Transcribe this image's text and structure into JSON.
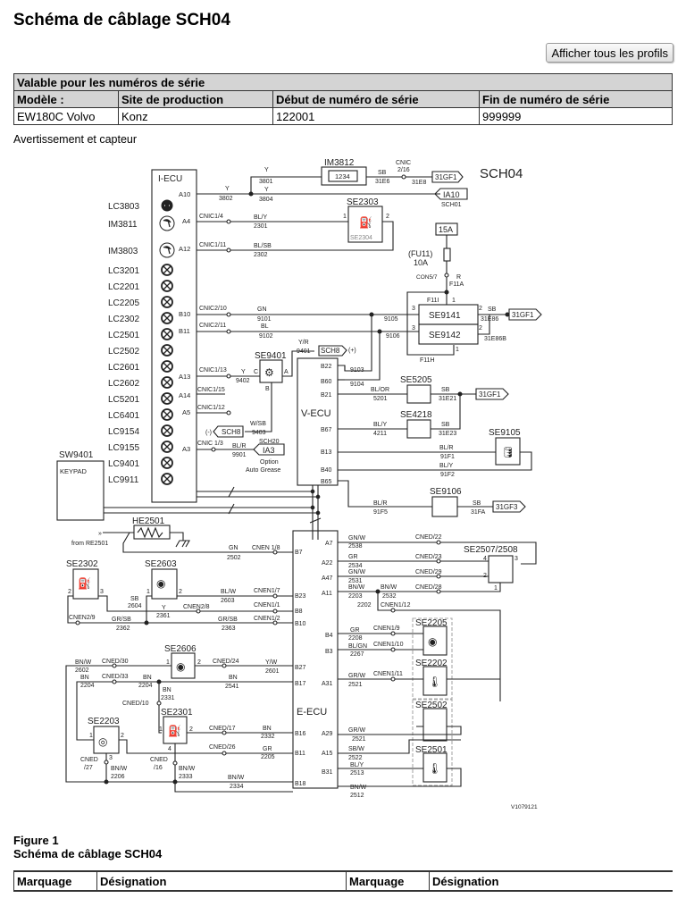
{
  "page": {
    "title": "Schéma de câblage SCH04",
    "show_profiles_button": "Afficher tous les profils",
    "subtitle": "Avertissement et capteur"
  },
  "serial_table": {
    "caption": "Valable pour les numéros de série",
    "headers": [
      "Modèle :",
      "Site de production",
      "Début de numéro de série",
      "Fin de numéro de série"
    ],
    "rows": [
      [
        "EW180C Volvo",
        "Konz",
        "122001",
        "999999"
      ]
    ]
  },
  "diagram": {
    "title": "SCH04",
    "image_id": "V1079121",
    "iecu": {
      "label": "I-ECU",
      "components": [
        {
          "id": "LC3803",
          "icon": "warning-lamp-filled"
        },
        {
          "id": "IM3811",
          "icon": "gauge"
        },
        {
          "id": "IM3803",
          "icon": "gauge"
        },
        {
          "id": "LC3201",
          "icon": "lamp"
        },
        {
          "id": "LC2201",
          "icon": "lamp"
        },
        {
          "id": "LC2205",
          "icon": "lamp"
        },
        {
          "id": "LC2302",
          "icon": "lamp"
        },
        {
          "id": "LC2501",
          "icon": "lamp"
        },
        {
          "id": "LC2502",
          "icon": "lamp"
        },
        {
          "id": "LC2601",
          "icon": "lamp"
        },
        {
          "id": "LC2602",
          "icon": "lamp"
        },
        {
          "id": "LC5201",
          "icon": "lamp"
        },
        {
          "id": "LC6401",
          "icon": "lamp"
        },
        {
          "id": "LC9154",
          "icon": "lamp"
        },
        {
          "id": "LC9155",
          "icon": "lamp"
        },
        {
          "id": "LC9401",
          "icon": "lamp"
        },
        {
          "id": "LC9911",
          "icon": "lamp"
        }
      ],
      "pins": [
        "A10",
        "A4",
        "A12",
        "B10",
        "B11",
        "A13",
        "A14",
        "A5",
        "A3"
      ]
    },
    "labels": {
      "sw9401": "SW9401",
      "keypad": "KEYPAD",
      "im3812": "IM3812",
      "im3812_display": "1234",
      "se2303": "SE2303",
      "se2304": "SE2304",
      "ia10": "IA10",
      "sch01": "SCH01",
      "fuse_rating_box": "15A",
      "fuse_name": "(FU11)",
      "fuse_value": "10A",
      "con57": "CON5/7",
      "r": "R",
      "f11a": "F11A",
      "f11i": "F11I",
      "f11h": "F11H",
      "se9141": "SE9141",
      "se9142": "SE9142",
      "gf1": "31GF1",
      "gf3": "31GF3",
      "se9401": "SE9401",
      "sch8": "SCH8",
      "plus": "(+)",
      "minus": "(-)",
      "ia3": "IA3",
      "sch20": "SCH20",
      "option": "Option",
      "auto_grease": "Auto Grease",
      "vecu": "V-ECU",
      "eecu": "E-ECU",
      "se5205": "SE5205",
      "se4218": "SE4218",
      "se9105": "SE9105",
      "se9106": "SE9106",
      "he2501": "HE2501",
      "from_re2501": "from RE2501",
      "se2302": "SE2302",
      "se2603": "SE2603",
      "se2507": "SE2507/2508",
      "se2205": "SE2205",
      "se2202": "SE2202",
      "se2502": "SE2502",
      "se2501": "SE2501",
      "se2606": "SE2606",
      "se2203": "SE2203",
      "se2301": "SE2301"
    },
    "wires": {
      "y": "Y",
      "w3801": "3801",
      "w3802": "3802",
      "w3804": "3804",
      "sb": "SB",
      "w31e6": "31E6",
      "cnic216a": "CNIC",
      "cnic216b": "2/16",
      "w31e8": "31E8",
      "cnic14": "CNIC1/4",
      "bly": "BL/Y",
      "w2301": "2301",
      "cnic111": "CNIC1/11",
      "blsb": "BL/SB",
      "w2302": "2302",
      "cnic210": "CNIC2/10",
      "gn": "GN",
      "w9101": "9101",
      "cnic211": "CNIC2/11",
      "bl": "BL",
      "w9102": "9102",
      "w9105": "9105",
      "w9106": "9106",
      "w31e86": "31E86",
      "w31e86b": "31E86B",
      "yr": "Y/R",
      "w9401": "9401",
      "cnic113": "CNIC1/13",
      "w9402": "9402",
      "cnic115": "CNIC1/15",
      "cnic112": "CNIC1/12",
      "wsb": "W/SB",
      "w9403": "9403",
      "cnic13": "CNIC 1/3",
      "blr": "BL/R",
      "w9901": "9901",
      "w9103": "9103",
      "w9104": "9104",
      "blor": "BL/OR",
      "w5201": "5201",
      "w31e21": "31E21",
      "w4211": "4211",
      "w31e23": "31E23",
      "w91f1": "91F1",
      "w91f2": "91F2",
      "w91f5": "91F5",
      "w31fa": "31FA",
      "cnen18": "CNEN 1/8",
      "w2502": "2502",
      "gnw": "GN/W",
      "w2538": "2538",
      "cned22": "CNED/22",
      "gr": "GR",
      "w2534": "2534",
      "cned23": "CNED/23",
      "w2531": "2531",
      "cned29": "CNED/29",
      "bnw": "BN/W",
      "w2203": "2203",
      "w2202": "2202",
      "w2532": "2532",
      "cned28": "CNED/28",
      "cnen112": "CNEN1/12",
      "blw": "BL/W",
      "w2603": "2603",
      "cnen17": "CNEN1/7",
      "w2604": "2604",
      "w2361": "2361",
      "cnen28": "CNEN2/8",
      "cnen11": "CNEN1/1",
      "cnen29": "CNEN2/9",
      "grsb": "GR/SB",
      "w2362": "2362",
      "w2363": "2363",
      "cnen12": "CNEN1/2",
      "w2208": "2208",
      "cnen19": "CNEN1/9",
      "blgn": "BL/GN",
      "w2267": "2267",
      "cnen110": "CNEN1/10",
      "grw": "GR/W",
      "w2521": "2521",
      "cnen111": "CNEN1/11",
      "sbw": "SB/W",
      "w2522": "2522",
      "w2513": "2513",
      "w2512": "2512",
      "w2602": "2602",
      "cned30": "CNED/30",
      "cned24": "CNED/24",
      "yw": "Y/W",
      "w2601": "2601",
      "bn": "BN",
      "w2204": "2204",
      "cned33": "CNED/33",
      "w2541": "2541",
      "w2331": "2331",
      "cned10": "CNED/10",
      "cned17": "CNED/17",
      "w2332": "2332",
      "cned26": "CNED/26",
      "w2205": "2205",
      "cned27a": "CNED",
      "cned27b": "/27",
      "w2206": "2206",
      "cned16a": "CNED",
      "cned16b": "/16",
      "w2333": "2333",
      "w2334": "2334"
    },
    "pins": {
      "p1": "1",
      "p2": "2",
      "p3": "3",
      "p4": "4",
      "a": "A",
      "b": "B",
      "c": "C",
      "B22": "B22",
      "B60": "B60",
      "B21": "B21",
      "B67": "B67",
      "B13": "B13",
      "B40": "B40",
      "B65": "B65",
      "B7": "B7",
      "A7": "A7",
      "A22": "A22",
      "A47": "A47",
      "A11": "A11",
      "B23": "B23",
      "B8": "B8",
      "B10": "B10",
      "B4": "B4",
      "B3": "B3",
      "A31": "A31",
      "B27": "B27",
      "B17": "B17",
      "A29": "A29",
      "A15": "A15",
      "B16": "B16",
      "B11": "B11",
      "B31": "B31",
      "B18": "B18"
    }
  },
  "figure": {
    "label": "Figure 1",
    "caption": "Schéma de câblage SCH04"
  },
  "legend_table": {
    "headers": [
      "Marquage",
      "Désignation",
      "Marquage",
      "Désignation"
    ]
  }
}
